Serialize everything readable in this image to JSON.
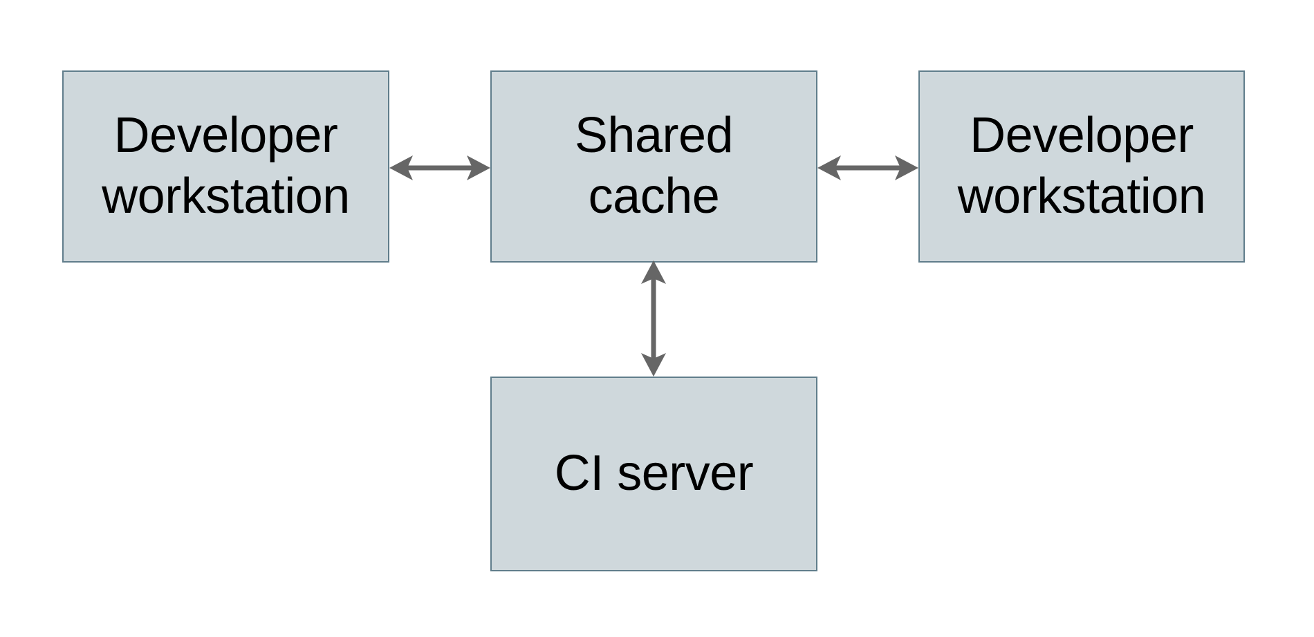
{
  "diagram": {
    "nodes": [
      {
        "id": "developer-workstation-left",
        "label": "Developer workstation"
      },
      {
        "id": "shared-cache",
        "label": "Shared cache"
      },
      {
        "id": "developer-workstation-right",
        "label": "Developer workstation"
      },
      {
        "id": "ci-server",
        "label": "CI server"
      }
    ],
    "edges": [
      {
        "from": "developer-workstation-left",
        "to": "shared-cache",
        "direction": "bidirectional"
      },
      {
        "from": "shared-cache",
        "to": "developer-workstation-right",
        "direction": "bidirectional"
      },
      {
        "from": "shared-cache",
        "to": "ci-server",
        "direction": "bidirectional"
      }
    ]
  },
  "theme": {
    "background": "#ffffff",
    "node_fill": "#cfd8dc",
    "node_border": "#607d8b",
    "arrow_color": "#666666",
    "text_color": "#000000"
  }
}
